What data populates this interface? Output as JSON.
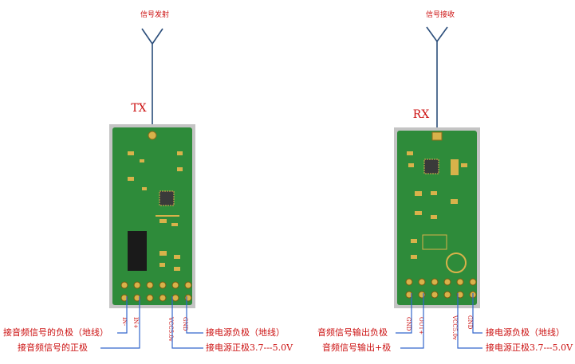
{
  "tx": {
    "antenna_label": "信号发射",
    "board_label": "TX",
    "pins": {
      "in_minus": "IN-",
      "in_plus": "IN+",
      "vcc": "VCC5.0v",
      "gnd": "GND"
    },
    "callouts": {
      "audio_negative": "接音频信号的负极（地线）",
      "audio_positive": "接音频信号的正极",
      "power_negative": "接电源负极（地线）",
      "power_positive": "接电源正极3.7---5.0V"
    }
  },
  "rx": {
    "antenna_label": "信号接收",
    "board_label": "RX",
    "pins": {
      "gnd": "GND",
      "out_plus": "OUT+",
      "vcc": "VCC5.0v",
      "gnd2": "GND"
    },
    "callouts": {
      "audio_out_negative": "音频信号输出负极",
      "audio_out_positive": "音频信号输出+极",
      "power_negative": "接电源负极（地线）",
      "power_positive": "接电源正极3.7---5.0V"
    }
  },
  "colors": {
    "pcb": "#2e8b3a",
    "pcb_dark": "#1f6e2c",
    "pad": "#d8b24a",
    "label_red": "#cc1111",
    "wire_blue": "#3366cc",
    "frame_gray": "#b8b8b8",
    "antenna": "#2a4d7a"
  }
}
